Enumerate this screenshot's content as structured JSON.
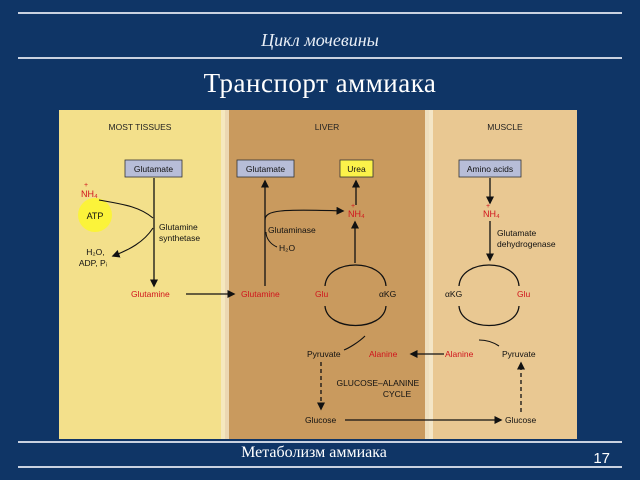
{
  "slide": {
    "title": "Цикл мочевины",
    "subtitle": "Транспорт   аммиака",
    "footer": "Метаболизм аммиака",
    "page_number": "17"
  },
  "colors": {
    "background": "#0f3566",
    "panel_tissues": "#f3e08b",
    "panel_liver": "#c99a5e",
    "panel_muscle": "#e9c892",
    "metabolite_red": "#d0141c",
    "box_fill": "#b7bdd8",
    "urea_box": "#fbf24a",
    "atp_circle": "#fbf33a"
  },
  "diagram": {
    "sections": {
      "tissues": "MOST TISSUES",
      "liver": "LIVER",
      "muscle": "MUSCLE"
    },
    "tissues": {
      "glutamate": "Glutamate",
      "nh4": "NH₄",
      "atp": "ATP",
      "enzyme_line1": "Glutamine",
      "enzyme_line2": "synthetase",
      "products_line1": "H₂O,",
      "products_line2": "ADP, Pᵢ",
      "glutamine": "Glutamine"
    },
    "liver": {
      "glutamate": "Glutamate",
      "urea": "Urea",
      "nh4": "NH₄",
      "enzyme": "Glutaminase",
      "water": "H₂O",
      "glutamine": "Glutamine",
      "glu": "Glu",
      "akg": "αKG",
      "pyruvate": "Pyruvate",
      "alanine": "Alanine",
      "glucose": "Glucose"
    },
    "muscle": {
      "amino_acids": "Amino acids",
      "nh4": "NH₄",
      "enzyme_line1": "Glutamate",
      "enzyme_line2": "dehydrogenase",
      "akg": "αKG",
      "glu": "Glu",
      "alanine": "Alanine",
      "pyruvate": "Pyruvate",
      "glucose": "Glucose"
    },
    "cycle_label_line1": "GLUCOSE–ALANINE",
    "cycle_label_line2": "CYCLE"
  }
}
